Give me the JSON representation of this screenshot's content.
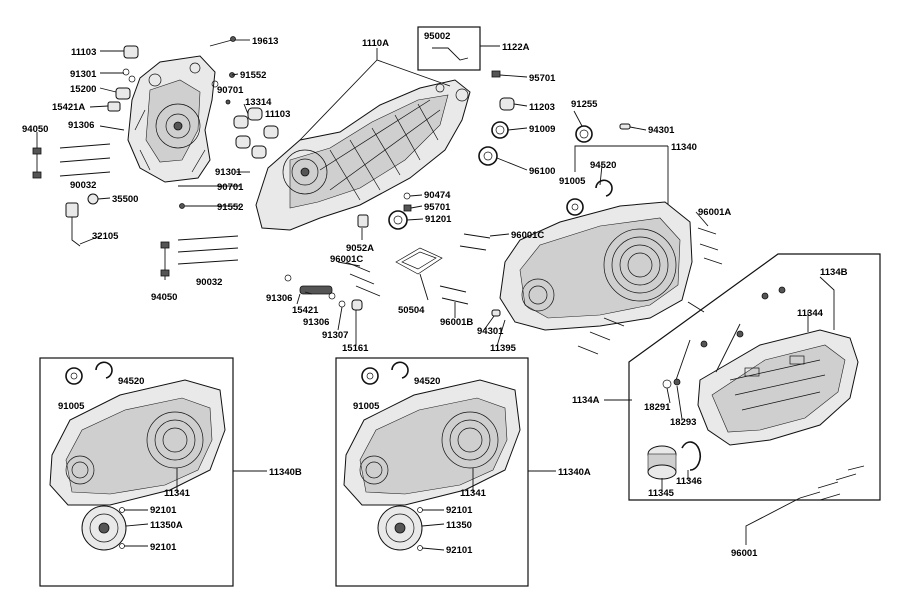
{
  "labels": {
    "l11103a": "11103",
    "l19613": "19613",
    "l1110A": "1110A",
    "l95002": "95002",
    "l1122A": "1122A",
    "l91301a": "91301",
    "l91552a": "91552",
    "l95701a": "95701",
    "l15200": "15200",
    "l90701a": "90701",
    "l11203": "11203",
    "l15421A": "15421A",
    "l13314": "13314",
    "l11103b": "11103",
    "l91255": "91255",
    "l94301a": "94301",
    "l94050a": "94050",
    "l91306a": "91306",
    "l91009": "91009",
    "l11340": "11340",
    "l94520a": "94520",
    "l96100": "96100",
    "l91301b": "91301",
    "l91005a": "91005",
    "l90032a": "90032",
    "l90701b": "90701",
    "l90474": "90474",
    "l35500": "35500",
    "l95701b": "95701",
    "l96001A": "96001A",
    "l91552b": "91552",
    "l91201": "91201",
    "l32105": "32105",
    "l96001C": "96001C",
    "l9052A": "9052A",
    "l1134B": "1134B",
    "l96001Cb": "96001C",
    "l94050b": "94050",
    "l90032b": "90032",
    "l91306b": "91306",
    "l15421": "15421",
    "l50504": "50504",
    "l11344": "11344",
    "l91306c": "91306",
    "l96001B": "96001B",
    "l91307": "91307",
    "l94301b": "94301",
    "l15161": "15161",
    "l11395": "11395",
    "l94520b": "94520",
    "l94520c": "94520",
    "l1134A": "1134A",
    "l91005b": "91005",
    "l91005c": "91005",
    "l18291": "18291",
    "l18293": "18293",
    "l11340B": "11340B",
    "l11340A": "11340A",
    "l11341a": "11341",
    "l11341b": "11341",
    "l92101a": "92101",
    "l92101b": "92101",
    "l11350A": "11350A",
    "l11350": "11350",
    "l92101c": "92101",
    "l92101d": "92101",
    "l11345": "11345",
    "l11346": "11346",
    "l96001": "96001"
  }
}
